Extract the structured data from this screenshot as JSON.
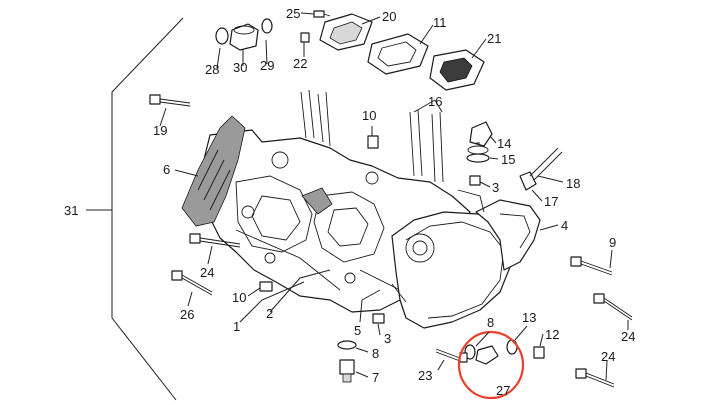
{
  "callouts": {
    "c1": "1",
    "c2": "2",
    "c3a": "3",
    "c3b": "3",
    "c4": "4",
    "c5": "5",
    "c6": "6",
    "c7": "7",
    "c8a": "8",
    "c8b": "8",
    "c9": "9",
    "c10a": "10",
    "c10b": "10",
    "c11": "11",
    "c12": "12",
    "c13": "13",
    "c14": "14",
    "c15": "15",
    "c16": "16",
    "c17": "17",
    "c18": "18",
    "c19": "19",
    "c20": "20",
    "c21": "21",
    "c22": "22",
    "c23": "23",
    "c24a": "24",
    "c24b": "24",
    "c24c": "24",
    "c25": "25",
    "c26": "26",
    "c27": "27",
    "c28": "28",
    "c29": "29",
    "c30": "30",
    "c31": "31"
  },
  "highlight": {
    "color": "#e8412c",
    "part": "27"
  }
}
